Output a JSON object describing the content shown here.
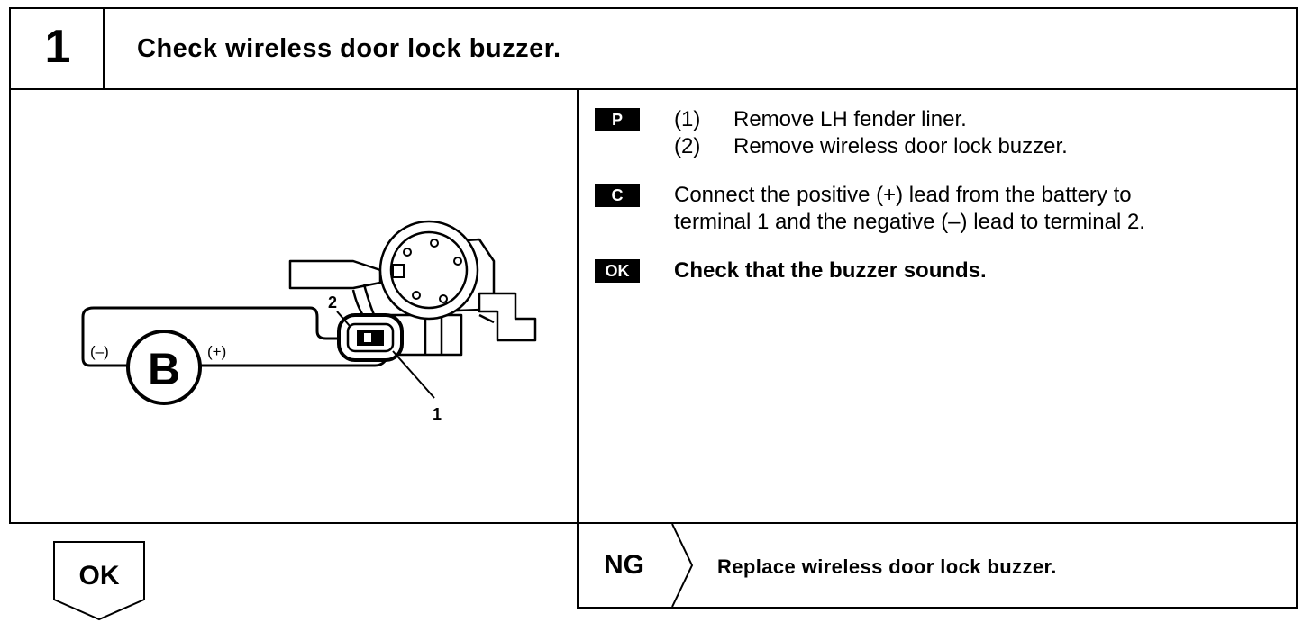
{
  "header": {
    "step_number": "1",
    "title": "Check wireless door lock buzzer."
  },
  "figure": {
    "battery_label": "B",
    "negative_label": "(–)",
    "positive_label": "(+)",
    "terminal_1": "1",
    "terminal_2": "2"
  },
  "instructions": {
    "prepare": {
      "badge": "P",
      "items": [
        {
          "num": "(1)",
          "text": "Remove LH fender liner."
        },
        {
          "num": "(2)",
          "text": "Remove wireless door lock buzzer."
        }
      ]
    },
    "connect": {
      "badge": "C",
      "line1": "Connect the positive (+) lead from the battery to",
      "line2": "terminal 1 and the negative (–) lead to terminal 2."
    },
    "check": {
      "badge": "OK",
      "text": "Check that the buzzer sounds."
    }
  },
  "result": {
    "ok_label": "OK",
    "ng_label": "NG",
    "ng_action": "Replace wireless door lock buzzer."
  }
}
